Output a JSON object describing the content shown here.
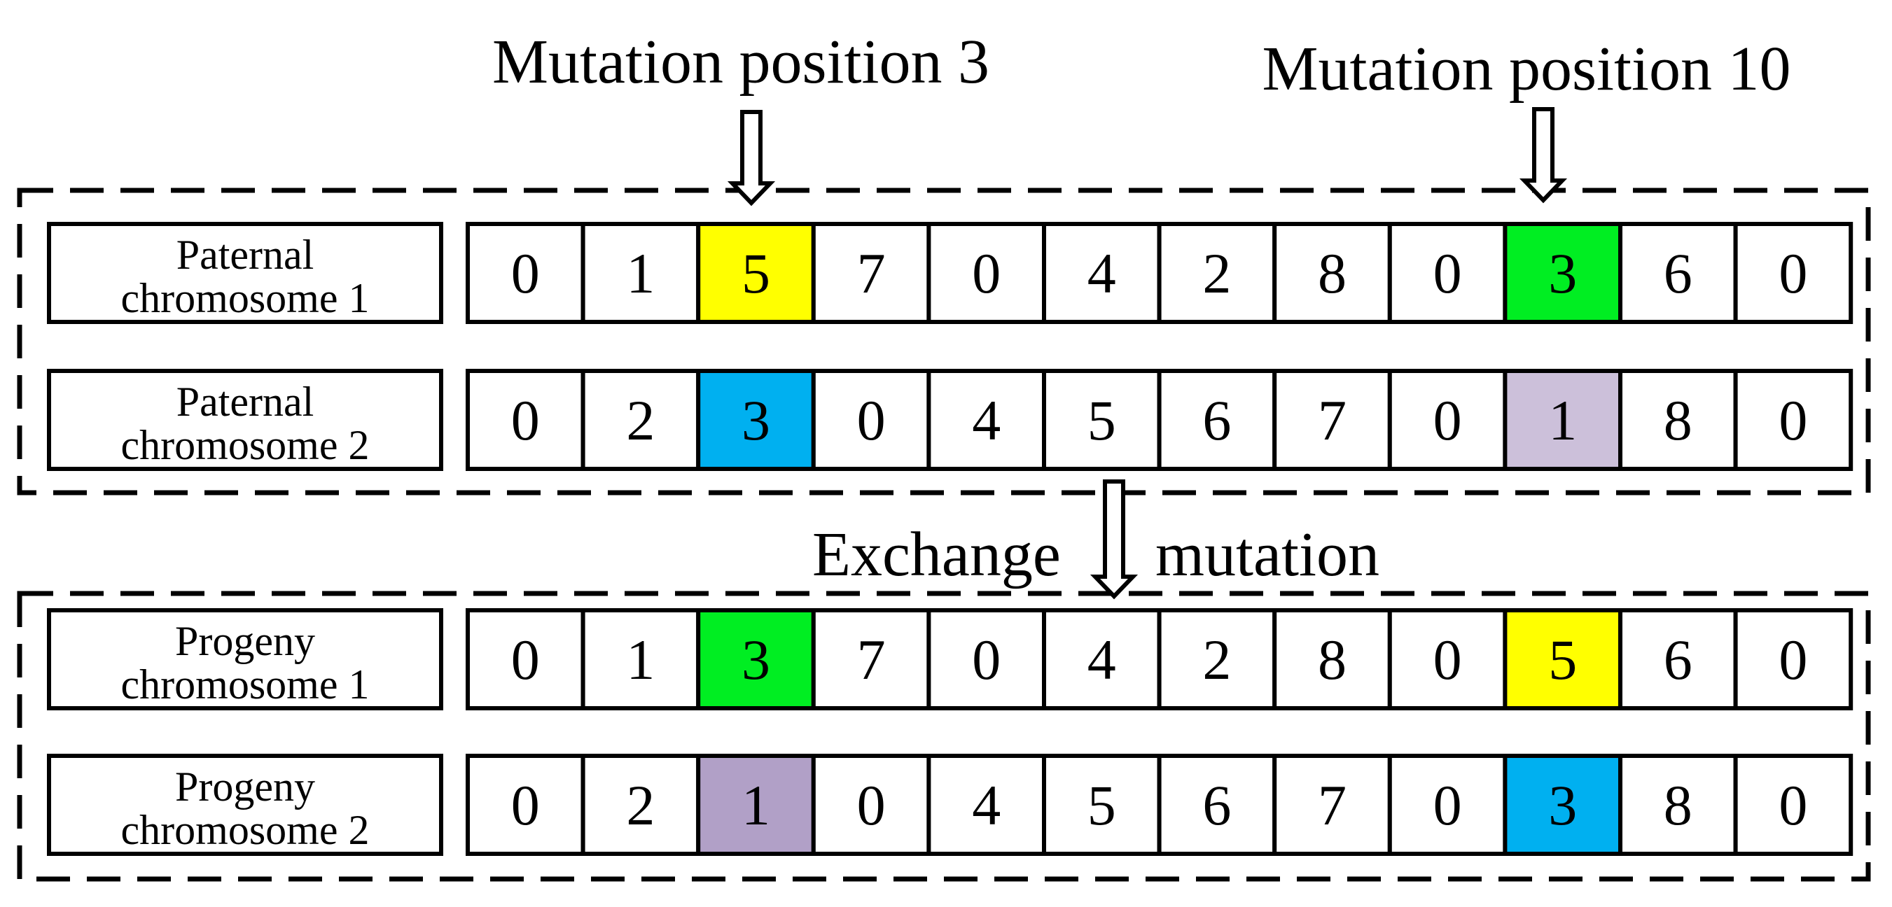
{
  "annotations": {
    "mutation_left": "Mutation position 3",
    "mutation_right": "Mutation position 10",
    "operation_left": "Exchange",
    "operation_right": "mutation"
  },
  "groups": [
    {
      "name": "parental",
      "rows": [
        {
          "label_line1": "Paternal",
          "label_line2": "chromosome 1",
          "genes": [
            "0",
            "1",
            "5",
            "7",
            "0",
            "4",
            "2",
            "8",
            "0",
            "3",
            "6",
            "0"
          ],
          "fills": [
            "#ffffff",
            "#ffffff",
            "#ffff00",
            "#ffffff",
            "#ffffff",
            "#ffffff",
            "#ffffff",
            "#ffffff",
            "#ffffff",
            "#00ee22",
            "#ffffff",
            "#ffffff"
          ]
        },
        {
          "label_line1": "Paternal",
          "label_line2": "chromosome 2",
          "genes": [
            "0",
            "2",
            "3",
            "0",
            "4",
            "5",
            "6",
            "7",
            "0",
            "1",
            "8",
            "0"
          ],
          "fills": [
            "#ffffff",
            "#ffffff",
            "#00b0f0",
            "#ffffff",
            "#ffffff",
            "#ffffff",
            "#ffffff",
            "#ffffff",
            "#ffffff",
            "#ccc0da",
            "#ffffff",
            "#ffffff"
          ]
        }
      ]
    },
    {
      "name": "progeny",
      "rows": [
        {
          "label_line1": "Progeny",
          "label_line2": "chromosome 1",
          "genes": [
            "0",
            "1",
            "3",
            "7",
            "0",
            "4",
            "2",
            "8",
            "0",
            "5",
            "6",
            "0"
          ],
          "fills": [
            "#ffffff",
            "#ffffff",
            "#00ee22",
            "#ffffff",
            "#ffffff",
            "#ffffff",
            "#ffffff",
            "#ffffff",
            "#ffffff",
            "#ffff00",
            "#ffffff",
            "#ffffff"
          ]
        },
        {
          "label_line1": "Progeny",
          "label_line2": "chromosome 2",
          "genes": [
            "0",
            "2",
            "1",
            "0",
            "4",
            "5",
            "6",
            "7",
            "0",
            "3",
            "8",
            "0"
          ],
          "fills": [
            "#ffffff",
            "#ffffff",
            "#b1a0c7",
            "#ffffff",
            "#ffffff",
            "#ffffff",
            "#ffffff",
            "#ffffff",
            "#ffffff",
            "#00b0f0",
            "#ffffff",
            "#ffffff"
          ]
        }
      ]
    }
  ]
}
